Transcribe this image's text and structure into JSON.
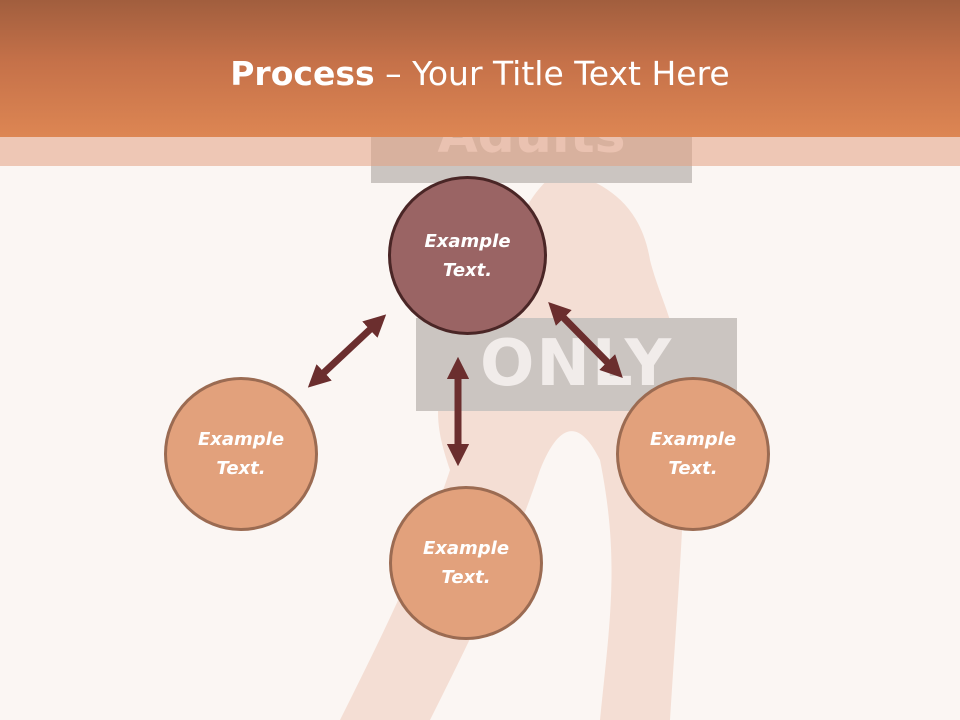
{
  "slide": {
    "title_bold": "Process",
    "title_rest": " – Your Title Text Here"
  },
  "background": {
    "sign_top": "Adults",
    "sign_middle": "ONLY"
  },
  "diagram": {
    "nodes": [
      {
        "id": "top",
        "text": "Example\nText."
      },
      {
        "id": "left",
        "text": "Example\nText."
      },
      {
        "id": "bottom",
        "text": "Example\nText."
      },
      {
        "id": "right",
        "text": "Example\nText."
      }
    ]
  },
  "colors": {
    "header": "#dd8653",
    "node_fill": "#e2a17c",
    "top_node_fill": "#9a6464",
    "arrow": "#6b2e2e"
  }
}
